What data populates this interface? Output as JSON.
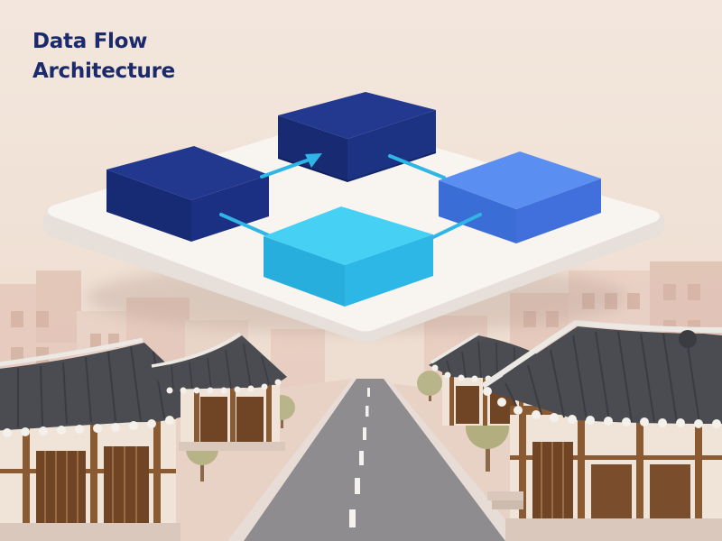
{
  "title": {
    "line1": "Data Flow",
    "line2": "Architecture"
  },
  "diagram": {
    "nodes": [
      {
        "id": "node-top-center",
        "color": "#1e3387"
      },
      {
        "id": "node-left",
        "color": "#1c3185"
      },
      {
        "id": "node-right",
        "color": "#4a7ee6"
      },
      {
        "id": "node-bottom-center",
        "color": "#33c4ee"
      }
    ],
    "edges": [
      {
        "from": "node-left",
        "to": "node-top-center",
        "arrowhead": true
      },
      {
        "from": "node-top-center",
        "to": "node-right",
        "arrowhead": false
      },
      {
        "from": "node-left",
        "to": "node-bottom-center",
        "arrowhead": false
      },
      {
        "from": "node-bottom-center",
        "to": "node-right",
        "arrowhead": false
      }
    ],
    "edge_color": "#2fb6e6"
  },
  "colors": {
    "sky": "#f1e3d8",
    "title": "#1b2a6b",
    "platform": "#f8f5f1",
    "road": "#8f8c8f",
    "roof": "#4a4c52",
    "wood": "#8a5a32"
  }
}
